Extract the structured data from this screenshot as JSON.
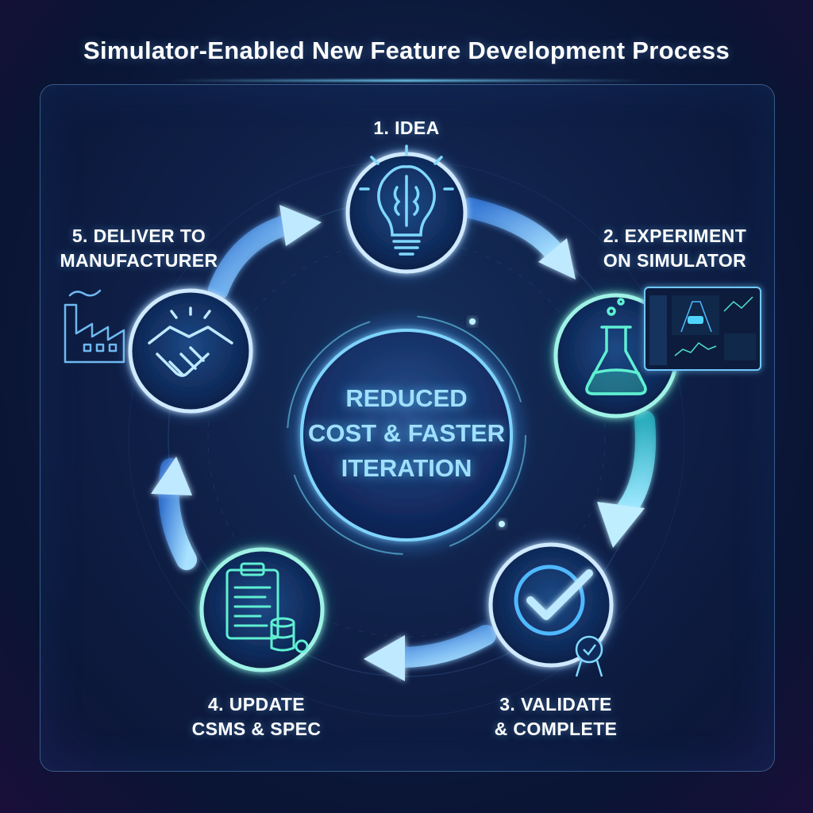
{
  "title": "Simulator-Enabled New Feature Development Process",
  "center": {
    "line1": "REDUCED",
    "line2": "COST & FASTER",
    "line3": "ITERATION"
  },
  "steps": [
    {
      "line1": "1. IDEA",
      "line2": "",
      "icon": "lightbulb-brain-icon"
    },
    {
      "line1": "2. EXPERIMENT",
      "line2": "ON SIMULATOR",
      "icon": "flask-icon"
    },
    {
      "line1": "3. VALIDATE",
      "line2": "& COMPLETE",
      "icon": "checkmark-icon"
    },
    {
      "line1": "4. UPDATE",
      "line2": "CSMS & SPEC",
      "icon": "clipboard-database-icon"
    },
    {
      "line1": "5. DELIVER TO",
      "line2": "MANUFACTURER",
      "icon": "handshake-icon"
    }
  ],
  "colors": {
    "background": "#0e1d42",
    "accent_blue": "#4fb8ff",
    "accent_teal": "#33e0c8",
    "text": "#ffffff",
    "center_text": "#9fe0ff"
  }
}
